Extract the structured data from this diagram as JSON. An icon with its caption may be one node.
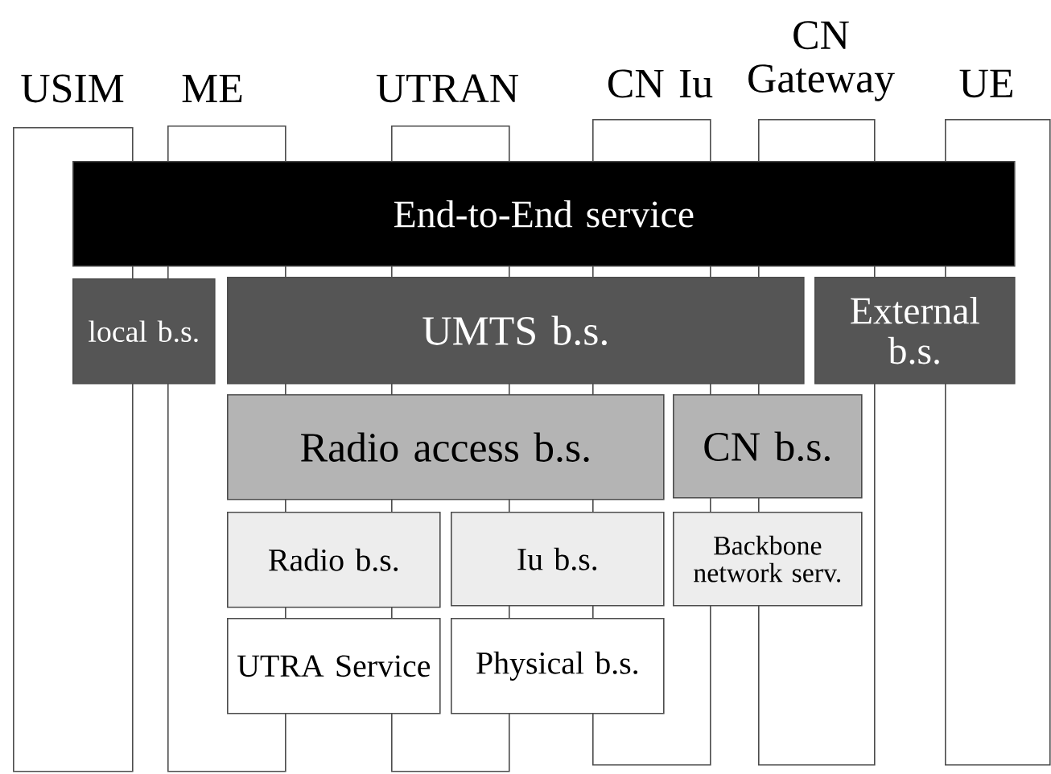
{
  "diagram": {
    "nodes": [
      {
        "text": [
          "USIM"
        ]
      },
      {
        "text": [
          "ME"
        ]
      },
      {
        "text": [
          "UTRAN"
        ]
      },
      {
        "text": [
          "CN Iu"
        ]
      },
      {
        "text": [
          "CN Gateway"
        ]
      },
      {
        "text": [
          "UE"
        ]
      },
      {
        "text": [
          "End-to-End service"
        ]
      },
      {
        "text": [
          "local b.s."
        ]
      },
      {
        "text": [
          "UMTS b.s."
        ]
      },
      {
        "text": [
          "External b.s."
        ]
      },
      {
        "text": [
          "Radio access b.s."
        ]
      },
      {
        "text": [
          "CN b.s."
        ]
      },
      {
        "text": [
          "Radio b.s."
        ]
      },
      {
        "text": [
          "Iu b.s."
        ]
      },
      {
        "text": [
          "Backbone network serv."
        ]
      },
      {
        "text": [
          "UTRA Service"
        ]
      },
      {
        "text": [
          "Physical b.s."
        ]
      }
    ]
  }
}
